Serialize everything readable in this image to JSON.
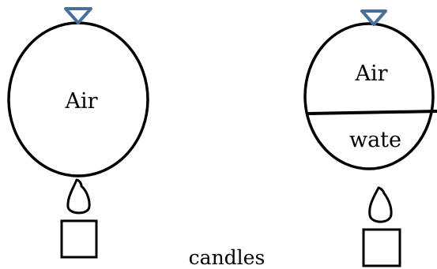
{
  "left_balloon": {
    "inner_label": "Air"
  },
  "right_balloon": {
    "upper_label": "Air",
    "lower_label": "wate"
  },
  "caption": "candles",
  "colors": {
    "stroke": "#000000",
    "valve": "#4a6f9a",
    "background": "#ffffff"
  },
  "icons": {
    "valve": "triangle-down-icon",
    "flame": "flame-icon",
    "candle": "square-icon"
  }
}
